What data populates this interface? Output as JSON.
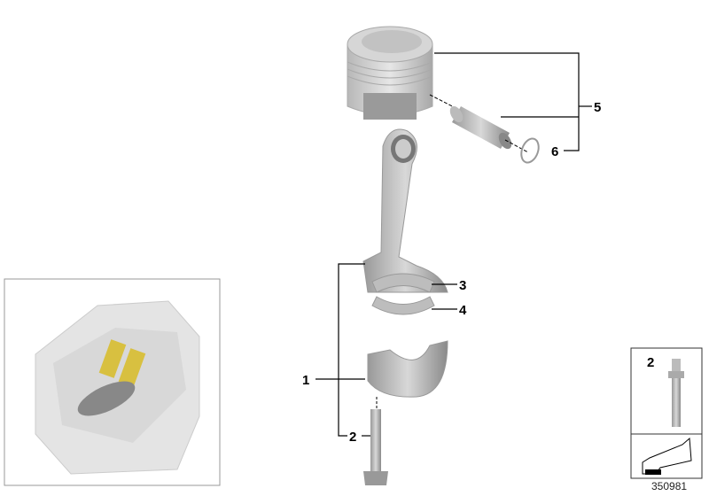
{
  "callouts": {
    "c1": "1",
    "c2": "2",
    "c3": "3",
    "c4": "4",
    "c5": "5",
    "c6": "6"
  },
  "legend_box": {
    "part_number": "2"
  },
  "diagram_number": "350981",
  "colors": {
    "part_gray": "#c8c8c8",
    "highlight_yellow": "#d8c040",
    "line": "#000000"
  }
}
